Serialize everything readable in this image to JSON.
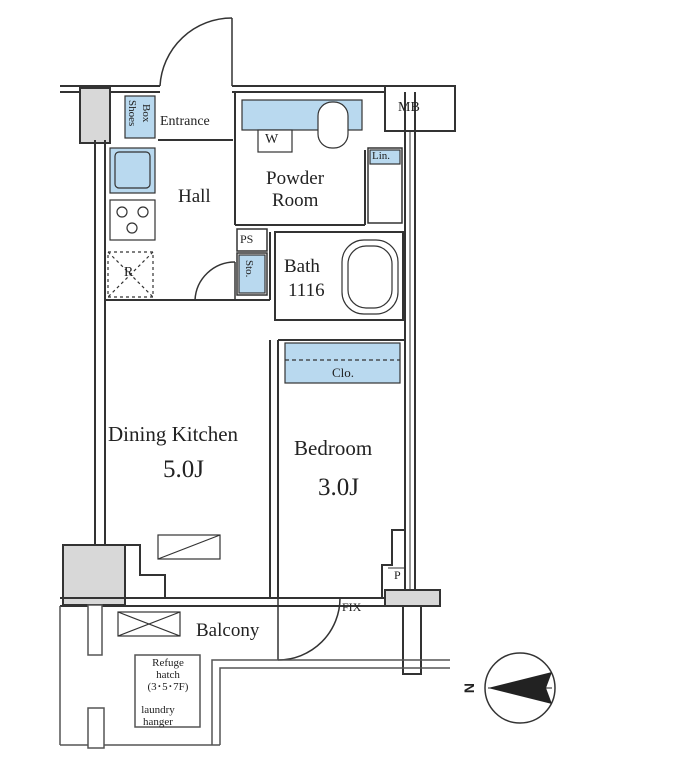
{
  "rooms": {
    "entrance": "Entrance",
    "shoes_box_1": "Shoes",
    "shoes_box_2": "Box",
    "hall": "Hall",
    "powder_room_1": "Powder",
    "powder_room_2": "Room",
    "washer": "W",
    "linen": "Lin.",
    "mb": "MB",
    "ps": "PS",
    "storage": "Sto.",
    "bath": "Bath",
    "bath_size": "1116",
    "refrigerator": "R",
    "closet": "Clo.",
    "dining_kitchen": "Dining Kitchen",
    "dining_kitchen_area": "5.0J",
    "bedroom": "Bedroom",
    "bedroom_area": "3.0J",
    "pipe_space": "P",
    "fix_window": "FIX",
    "balcony": "Balcony",
    "refuge_hatch_1": "Refuge",
    "refuge_hatch_2": "hatch",
    "refuge_hatch_3": "(3･5･7F)",
    "laundry_hanger_1": "laundry",
    "laundry_hanger_2": "hanger"
  },
  "compass": {
    "label": "N",
    "icon": "north-arrow-icon"
  },
  "colors": {
    "fixture_fill": "#b9d9ef",
    "wall": "#333333",
    "thin_line": "#555555"
  }
}
